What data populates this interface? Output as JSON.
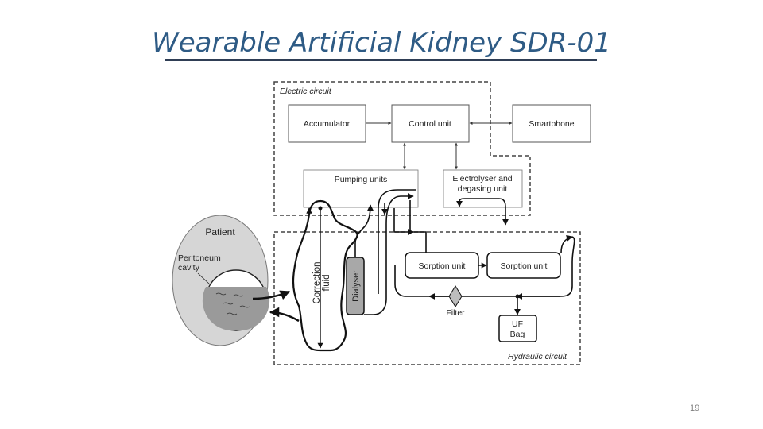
{
  "slide": {
    "title": "Wearable Artificial Kidney SDR-01",
    "page_number": "19"
  },
  "diagram": {
    "electric_circuit_label": "Electric circuit",
    "hydraulic_circuit_label": "Hydraulic circuit",
    "accumulator": "Accumulator",
    "control_unit": "Control unit",
    "smartphone": "Smartphone",
    "pumping_units": "Pumping units",
    "electrolyser_line1": "Electrolyser and",
    "electrolyser_line2": "degasing unit",
    "patient": "Patient",
    "peritoneum_line1": "Peritoneum",
    "peritoneum_line2": "cavity",
    "correction_line1": "Correction",
    "correction_line2": "fluid",
    "dialyser": "Dialyser",
    "sorption_unit_1": "Sorption unit",
    "sorption_unit_2": "Sorption unit",
    "filter": "Filter",
    "uf_bag_line1": "UF",
    "uf_bag_line2": "Bag"
  }
}
